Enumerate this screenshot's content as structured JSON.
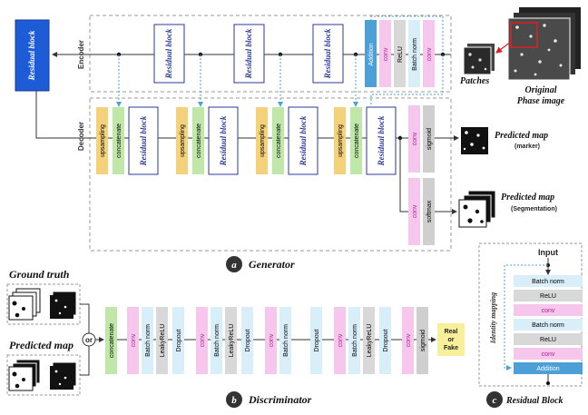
{
  "generator": {
    "encoder_label": "Encoder",
    "decoder_label": "Decoder",
    "residual_block": "Residual block",
    "addition": "Addition",
    "conv": "conv",
    "relu": "ReLU",
    "batch_norm": "Batch norm",
    "upsampling": "upsampling",
    "concatenate": "concatenate",
    "sigmoid": "sigmoid",
    "softmax": "softmax",
    "patches": "Patches",
    "original_line1": "Original",
    "original_line2": "Phase image",
    "pred_marker_title": "Predicted map",
    "pred_marker_sub": "(marker)",
    "pred_seg_title": "Predicted map",
    "pred_seg_sub": "(Segmentation)",
    "panel_letter": "a",
    "panel_title": "Generator"
  },
  "discriminator": {
    "ground_truth": "Ground truth",
    "predicted_map": "Predicted map",
    "or": "or",
    "concatenate": "concatenate",
    "conv": "conv",
    "batch_norm": "Batch norm",
    "leaky_relu": "LeakyReLU",
    "dropout": "Dropout",
    "sigmoid": "sigmoid",
    "real": "Real",
    "or2": "or",
    "fake": "Fake",
    "panel_letter": "b",
    "panel_title": "Discriminator"
  },
  "residual": {
    "input": "Input",
    "identity": "Identity mapping",
    "layers": [
      "Batch norm",
      "ReLU",
      "conv",
      "Batch norm",
      "ReLU",
      "conv",
      "Addition"
    ],
    "panel_letter": "c",
    "panel_title": "Residual Block"
  },
  "colors": {
    "conv": "#f7c6ec",
    "relu": "#d8d8d8",
    "bn": "#d8eef8",
    "addition": "#4d9fd8",
    "upsampling": "#f5d27a",
    "concatenate": "#bfe7a8",
    "sigmoid": "#cfcfcf",
    "realfake": "#f7ef9a",
    "resblock_dark": "#1e5bd6"
  }
}
